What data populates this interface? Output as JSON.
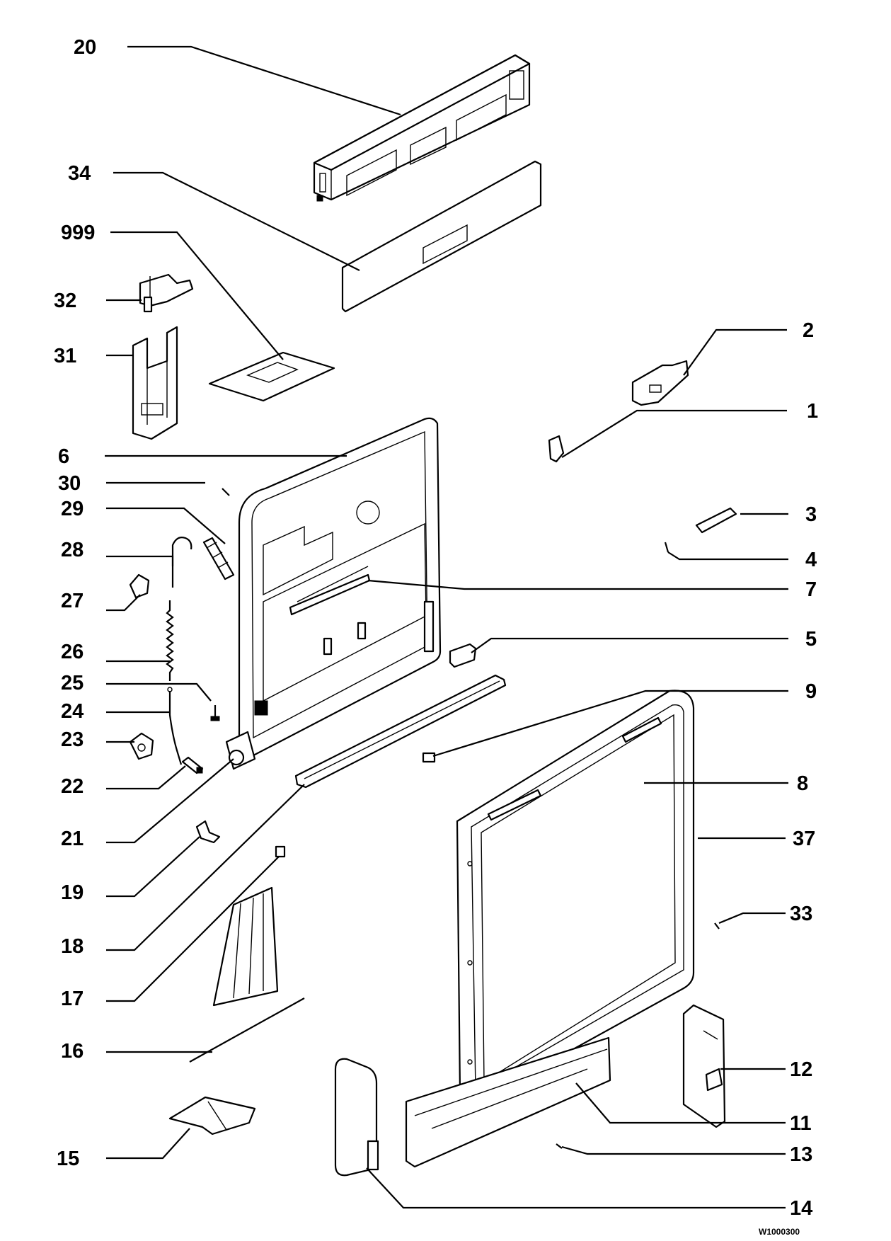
{
  "labels": {
    "l20": "20",
    "l34": "34",
    "l999": "999",
    "l32": "32",
    "l31": "31",
    "l6": "6",
    "l30": "30",
    "l29": "29",
    "l28": "28",
    "l27": "27",
    "l26": "26",
    "l25": "25",
    "l24": "24",
    "l23": "23",
    "l22": "22",
    "l21": "21",
    "l19": "19",
    "l18": "18",
    "l17": "17",
    "l16": "16",
    "l15": "15",
    "l2": "2",
    "l1": "1",
    "l3": "3",
    "l4": "4",
    "l7": "7",
    "l5": "5",
    "l9": "9",
    "l8": "8",
    "l37": "37",
    "l33": "33",
    "l12": "12",
    "l11": "11",
    "l13": "13",
    "l14": "14"
  },
  "drawing_code": "W1000300",
  "colors": {
    "ink": "#000000",
    "paper": "#ffffff"
  }
}
